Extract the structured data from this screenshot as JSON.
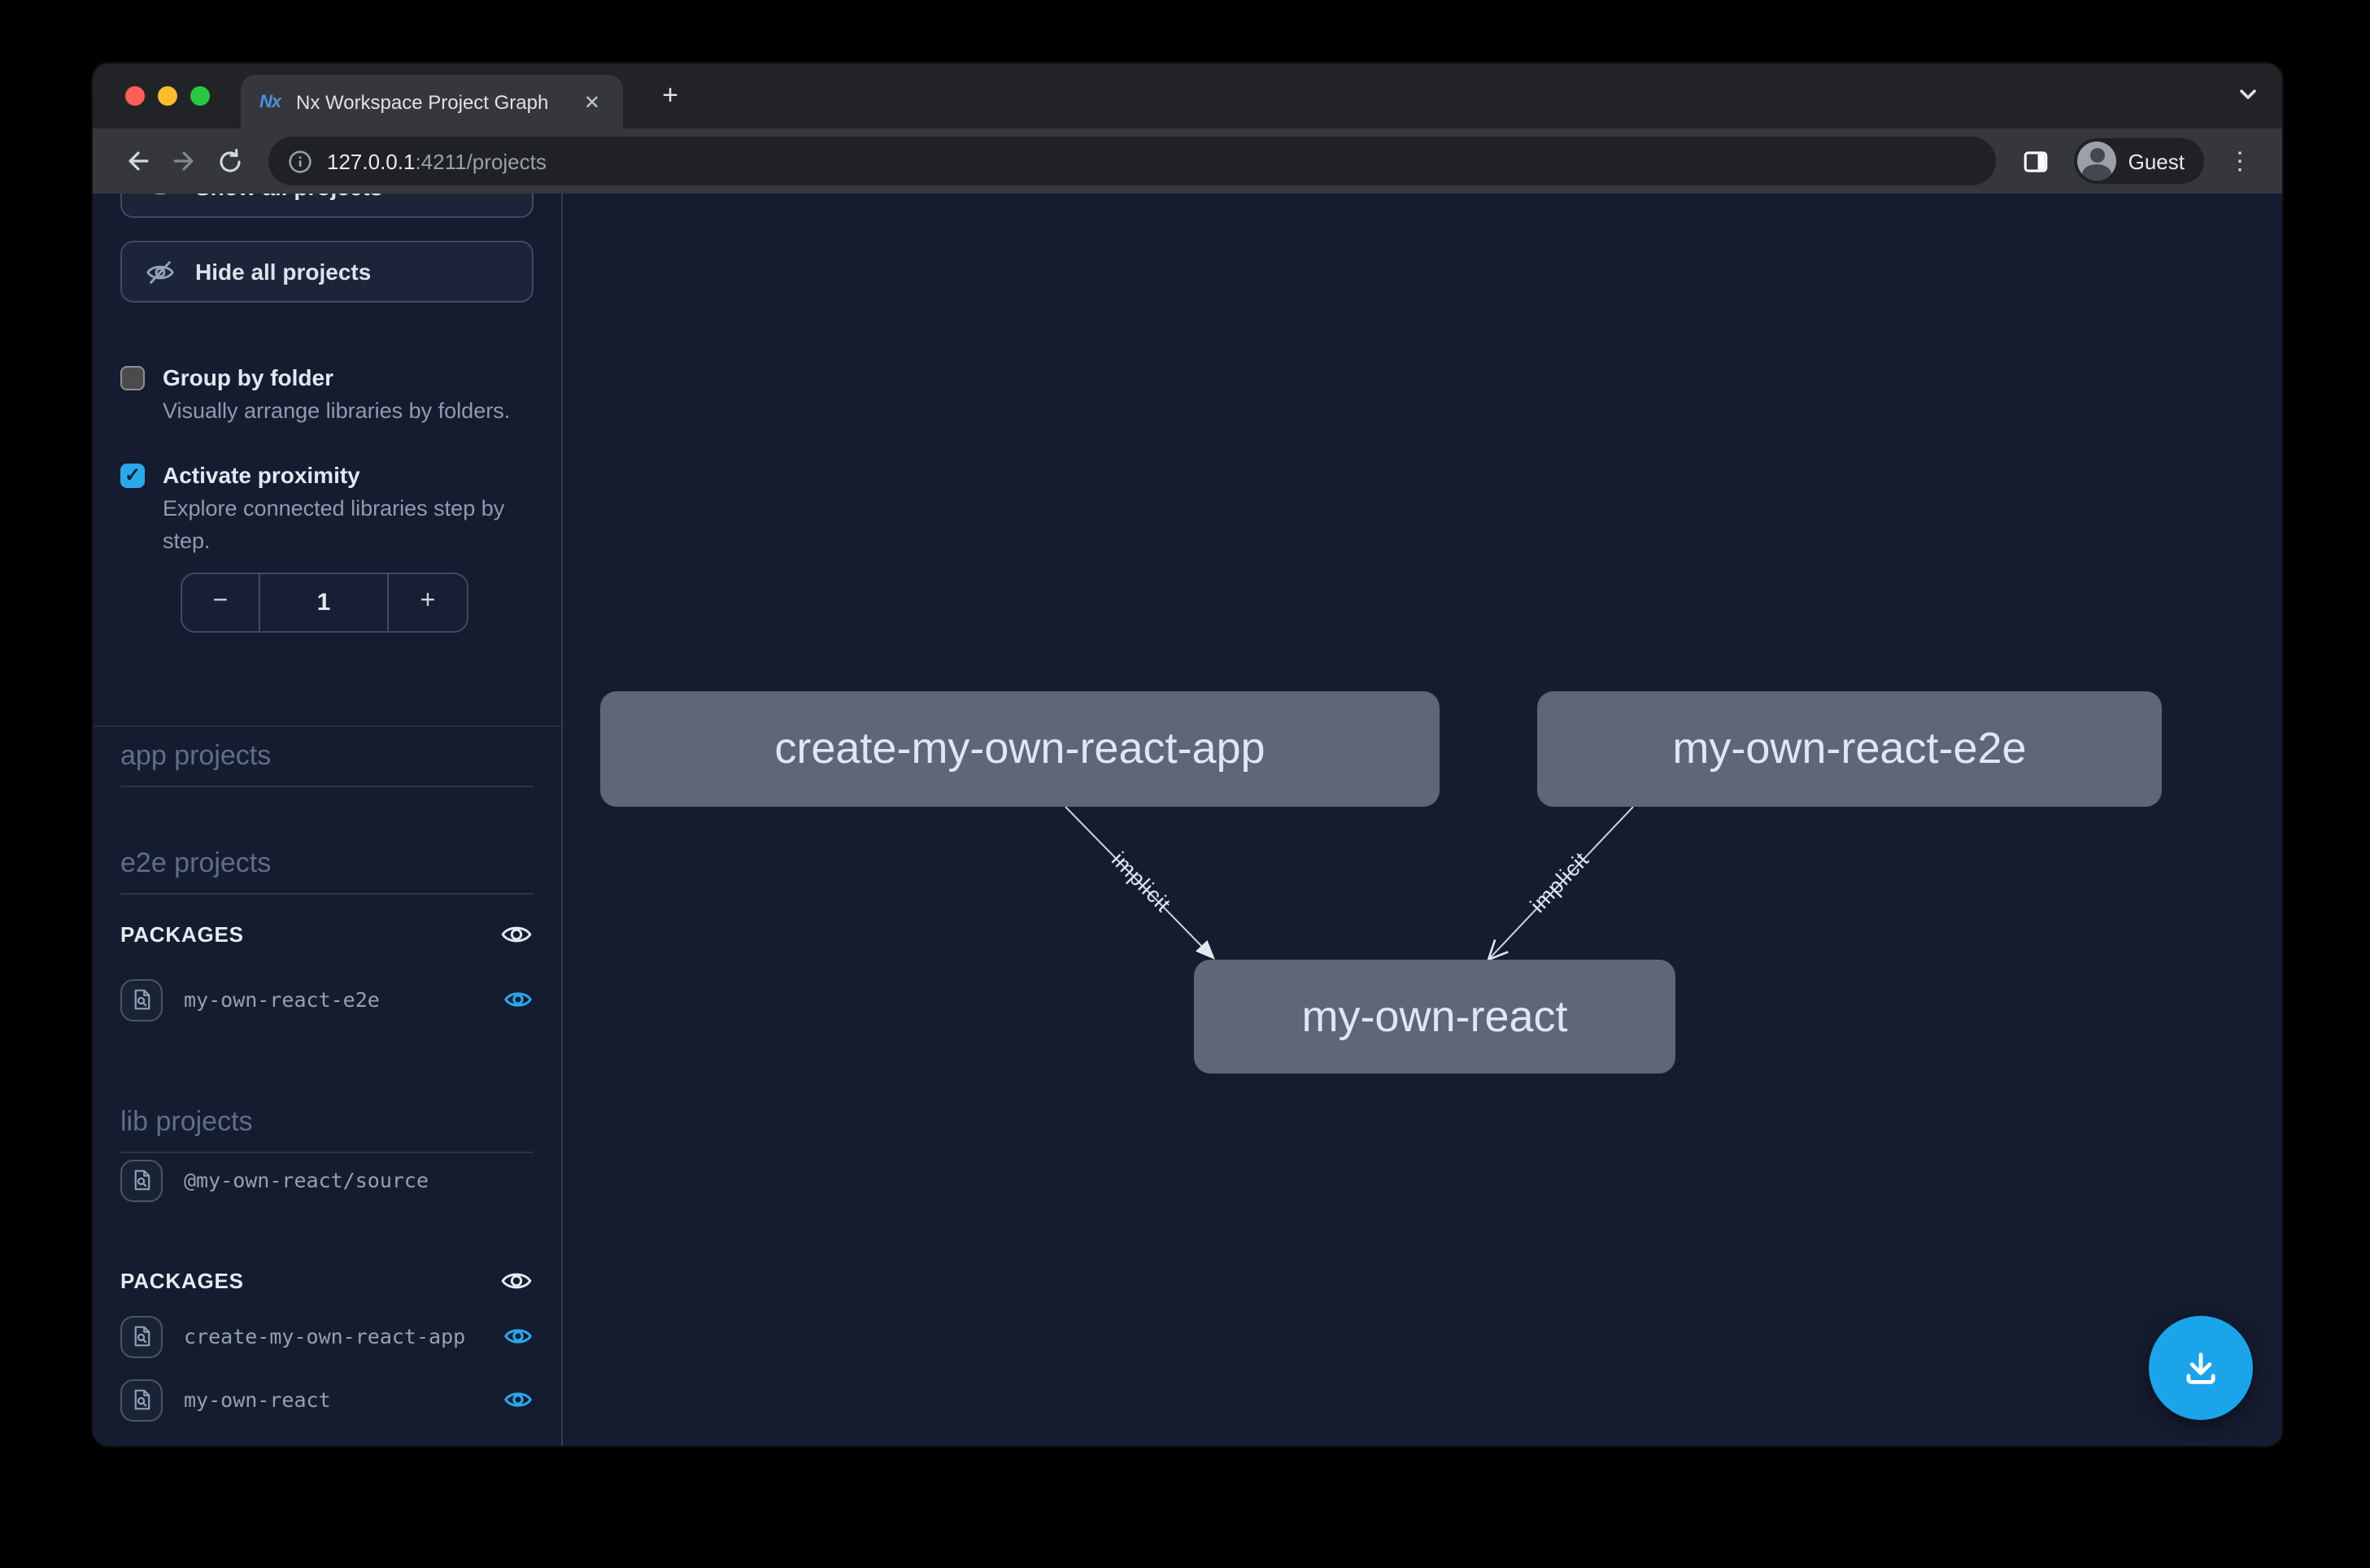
{
  "browser": {
    "tab": {
      "title": "Nx Workspace Project Graph"
    },
    "address": {
      "host": "127.0.0.1",
      "path": ":4211/projects"
    },
    "profile": "Guest"
  },
  "icons": {
    "check": "✓",
    "minus": "−",
    "plus": "+",
    "close": "✕",
    "new_tab": "+",
    "kebab": "⋮"
  },
  "sidebar": {
    "top_button_label": "Show all projects",
    "hide_all_button": "Hide all projects",
    "group_by_folder": {
      "label": "Group by folder",
      "description": "Visually arrange libraries by folders.",
      "checked": false
    },
    "activate_proximity": {
      "label": "Activate proximity",
      "description": "Explore connected libraries step by step.",
      "checked": true
    },
    "proximity_value": "1",
    "headings": {
      "app": "app projects",
      "e2e": "e2e projects",
      "lib": "lib projects",
      "packages": "PACKAGES"
    },
    "e2e_packages": [
      {
        "name": "my-own-react-e2e",
        "visible": true
      }
    ],
    "lib_items": [
      {
        "name": "@my-own-react/source"
      }
    ],
    "lib_packages": [
      {
        "name": "create-my-own-react-app",
        "visible": true
      },
      {
        "name": "my-own-react",
        "visible": true
      }
    ]
  },
  "graph": {
    "nodes": [
      {
        "id": "create-my-own-react-app",
        "label": "create-my-own-react-app"
      },
      {
        "id": "my-own-react-e2e",
        "label": "my-own-react-e2e"
      },
      {
        "id": "my-own-react",
        "label": "my-own-react"
      }
    ],
    "edges": [
      {
        "from": "create-my-own-react-app",
        "to": "my-own-react",
        "label": "implicit",
        "type": "implicit"
      },
      {
        "from": "my-own-react-e2e",
        "to": "my-own-react",
        "label": "implicit",
        "type": "implicit"
      }
    ]
  },
  "colors": {
    "accent_blue": "#29a9ec",
    "fab_blue": "#1ba4ea",
    "node_bg": "#5d6779",
    "canvas_bg": "#151c30",
    "window_chrome": "#35373c"
  }
}
